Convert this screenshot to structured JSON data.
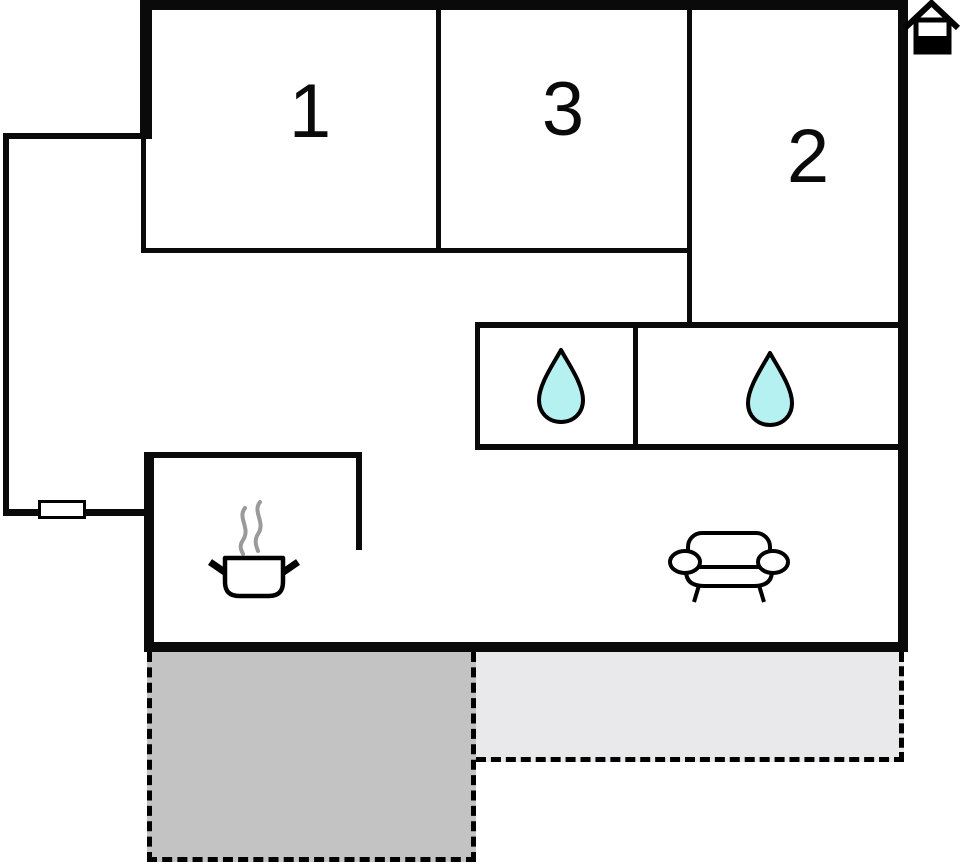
{
  "plan_title": "floor-plan",
  "rooms": [
    {
      "id": "room-1",
      "label": "1"
    },
    {
      "id": "room-3",
      "label": "3"
    },
    {
      "id": "room-2",
      "label": "2"
    }
  ],
  "icons": {
    "house_marker": "house-marker-icon",
    "water_drop_left": "water-drop-icon",
    "water_drop_right": "water-drop-icon",
    "cooking_pot": "cooking-pot-icon",
    "steam": "steam-icon",
    "sofa": "sofa-icon",
    "window": "window-symbol"
  },
  "colors": {
    "wall": "#0a0a0a",
    "background": "#ffffff",
    "water_drop": "#b5f1f1",
    "steam": "#9a9a9a",
    "terrace_dark": "#c3c3c3",
    "terrace_light": "#e9e9ec"
  }
}
